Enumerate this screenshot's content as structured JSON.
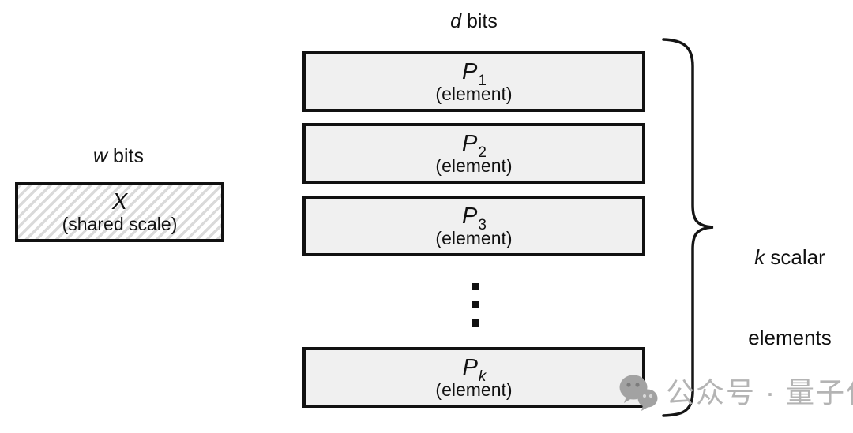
{
  "colors": {
    "background": "#ffffff",
    "box_fill": "#f0f0f0",
    "box_border": "#111111",
    "hatch_stripe": "#dadada",
    "text": "#111111",
    "watermark": "#b4b4b4"
  },
  "shared_scale": {
    "width_var": "w",
    "width_unit": " bits",
    "name": "X",
    "desc": "(shared scale)"
  },
  "elements": {
    "width_var": "d",
    "width_unit": " bits",
    "blocks": [
      {
        "name": "P",
        "sub": "1",
        "desc": "(element)"
      },
      {
        "name": "P",
        "sub": "2",
        "desc": "(element)"
      },
      {
        "name": "P",
        "sub": "3",
        "desc": "(element)"
      },
      {
        "name": "P",
        "sub": "k",
        "desc": "(element)"
      }
    ]
  },
  "brace_label": {
    "var": "k",
    "line1_rest": " scalar",
    "line2": "elements"
  },
  "icons": {
    "ellipsis": "vertical-dots-3",
    "watermark_logo": "chat-bubbles"
  },
  "watermark": {
    "text": "公众号 · 量子位"
  }
}
